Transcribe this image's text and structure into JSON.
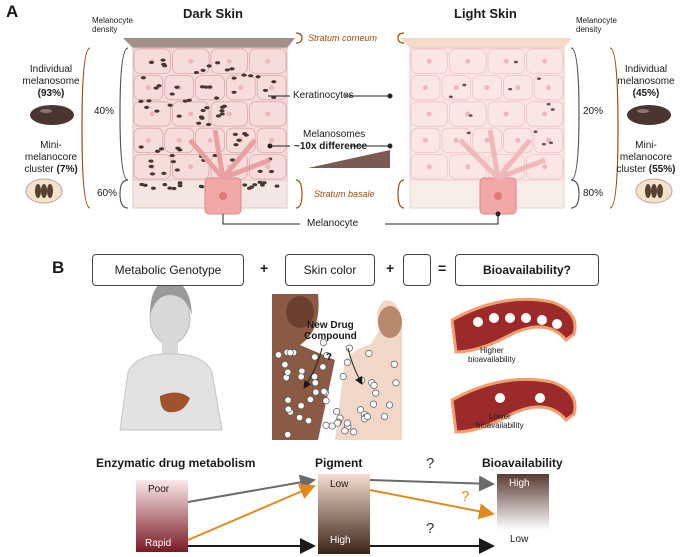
{
  "panel_a": {
    "letter": "A",
    "dark_title": "Dark Skin",
    "light_title": "Light Skin",
    "density_label_left": "Melanocyte\ndensity",
    "density_label_right": "Melanocyte\ndensity",
    "stratum_corneum": "Stratum corneum",
    "stratum_basale": "Stratum basale",
    "keratinocytes": "Keratinocytes",
    "melanosomes": "Melanosomes",
    "melanosome_diff": "~10x difference",
    "melanocyte": "Melanocyte",
    "dark_upper_pct": "40%",
    "dark_lower_pct": "60%",
    "light_upper_pct": "20%",
    "light_lower_pct": "80%",
    "left_individual_text": "Individual\nmelanosome",
    "left_individual_pct": "(93%)",
    "left_cluster_text": "Mini-\nmelanocore\ncluster",
    "left_cluster_pct": "(7%)",
    "right_individual_text": "Individual\nmelanosome",
    "right_individual_pct": "(45%)",
    "right_cluster_text": "Mini-\nmelanocore\ncluster",
    "right_cluster_pct": "(55%)"
  },
  "panel_b": {
    "letter": "B",
    "box_genotype": "Metabolic Genotype",
    "plus1": "+",
    "box_skin": "Skin color",
    "plus2": "+",
    "box_empty": "",
    "equals": "=",
    "box_bio": "Bioavailability?",
    "new_drug": "New Drug\nCompound",
    "q_small": "?",
    "higher_bio": "Higher\nbioavailability",
    "lower_bio": "Lower\nbioavailability",
    "enzymatic_title": "Enzymatic drug metabolism",
    "pigment_title": "Pigment",
    "bio_title": "Bioavailability",
    "poor": "Poor",
    "rapid": "Rapid",
    "low_pig": "Low",
    "high_pig": "High",
    "bio_high": "High",
    "bio_low": "Low",
    "q_top": "?",
    "q_mid": "?",
    "q_bot": "?"
  },
  "colors": {
    "arrow_gray": "#6b6b6b",
    "arrow_orange": "#e08a1e",
    "arrow_black": "#1a1a1a",
    "layer_text": "#a04a0a",
    "melanosome": "#4a3530",
    "skin_dark": "#8a5a44",
    "skin_light": "#f1d7c7"
  }
}
